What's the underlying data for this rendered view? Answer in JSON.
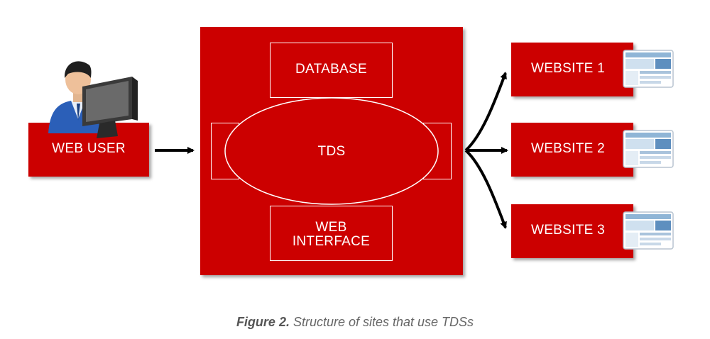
{
  "colors": {
    "box_red": "#cc0000",
    "box_text": "#ffffff",
    "arrow": "#000000",
    "caption_text": "#666666"
  },
  "web_user": {
    "label": "WEB USER",
    "icon": "user-at-computer-icon"
  },
  "tds_server": {
    "database_label": "DATABASE",
    "tds_label": "TDS",
    "web_interface_label": "WEB\nINTERFACE"
  },
  "websites": [
    {
      "label": "WEBSITE 1",
      "icon": "webpage-thumbnail-icon"
    },
    {
      "label": "WEBSITE 2",
      "icon": "webpage-thumbnail-icon"
    },
    {
      "label": "WEBSITE 3",
      "icon": "webpage-thumbnail-icon"
    }
  ],
  "caption": {
    "figure_label": "Figure 2.",
    "text": " Structure of sites that use TDSs"
  }
}
